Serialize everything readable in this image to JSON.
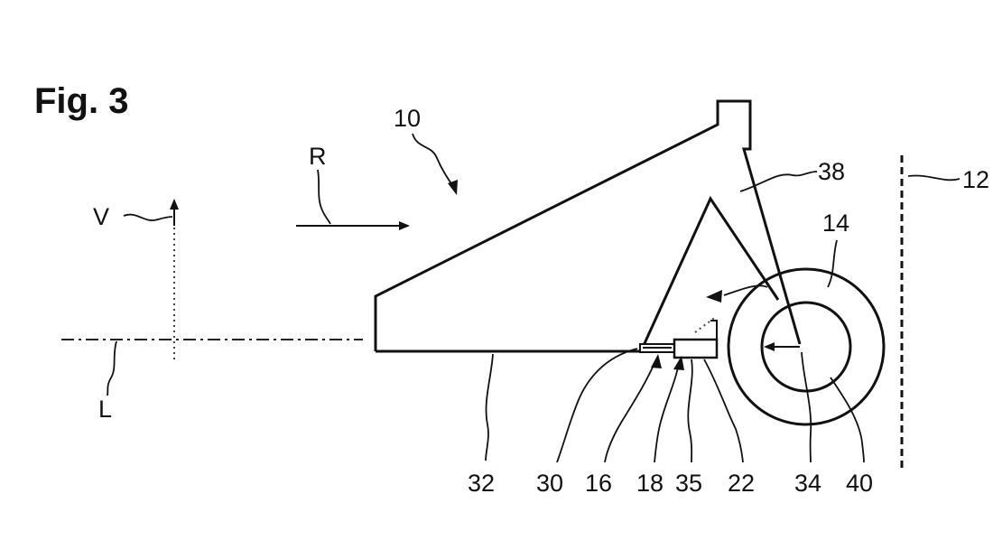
{
  "figure": {
    "title": "Fig. 3",
    "labels": {
      "r10": "10",
      "r12": "12",
      "r14": "14",
      "r16": "16",
      "r18": "18",
      "r22": "22",
      "r30": "30",
      "r32": "32",
      "r34": "34",
      "r35": "35",
      "r38": "38",
      "r40": "40",
      "R": "R",
      "V": "V",
      "L": "L"
    }
  }
}
